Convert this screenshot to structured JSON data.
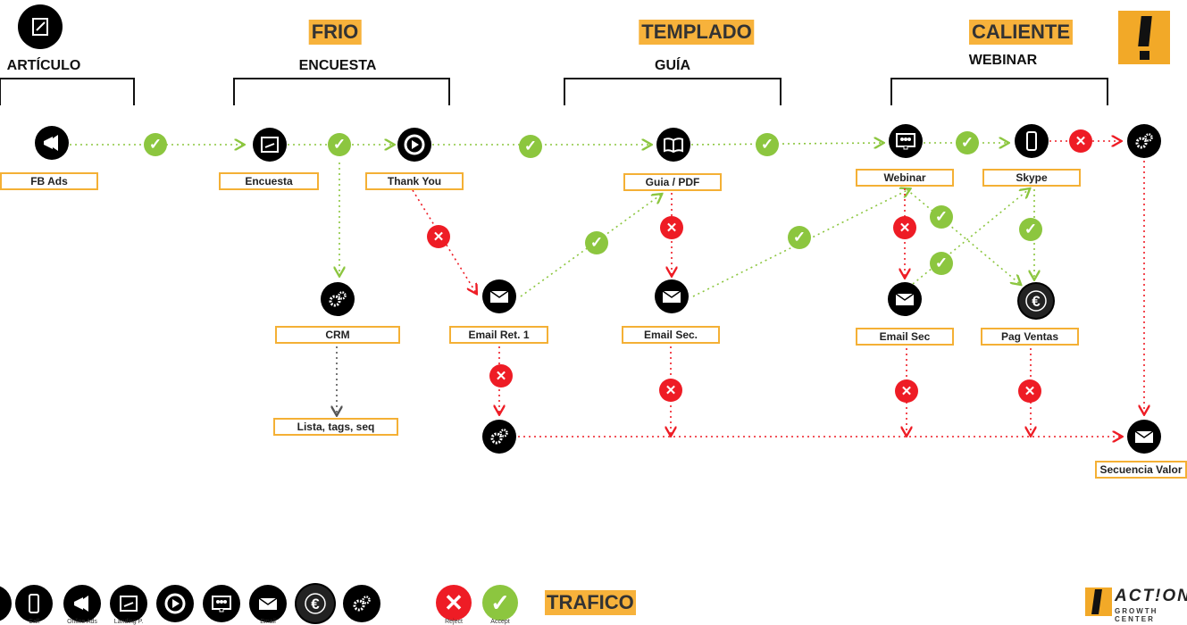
{
  "stages": [
    {
      "label": "FRIO"
    },
    {
      "label": "TEMPLADO"
    },
    {
      "label": "CALIENTE"
    }
  ],
  "sections": [
    {
      "label": "ARTÍCULO"
    },
    {
      "label": "ENCUESTA"
    },
    {
      "label": "GUÍA"
    },
    {
      "label": "WEBINAR"
    }
  ],
  "nodes": [
    {
      "label": "FB Ads",
      "icon": "megaphone"
    },
    {
      "label": "Encuesta",
      "icon": "landing-page"
    },
    {
      "label": "Thank You",
      "icon": "play"
    },
    {
      "label": "Guia / PDF",
      "icon": "book"
    },
    {
      "label": "Webinar",
      "icon": "webinar-screen"
    },
    {
      "label": "Skype",
      "icon": "phone"
    },
    {
      "label": "",
      "icon": "gears"
    },
    {
      "label": "CRM",
      "icon": "gears"
    },
    {
      "label": "Email Ret. 1",
      "icon": "email"
    },
    {
      "label": "Email Sec.",
      "icon": "email"
    },
    {
      "label": "Email Sec",
      "icon": "email"
    },
    {
      "label": "Pag Ventas",
      "icon": "euro"
    },
    {
      "label": "",
      "icon": "gears"
    },
    {
      "label": "Secuencia Valor",
      "icon": "email"
    },
    {
      "label": "Lista, tags, seq",
      "icon": ""
    }
  ],
  "legend": {
    "items": [
      {
        "label": "",
        "icon": "pdf"
      },
      {
        "label": "Call",
        "icon": "phone"
      },
      {
        "label": "Online Ads",
        "icon": "megaphone"
      },
      {
        "label": "Landing P.",
        "icon": "landing-page"
      },
      {
        "label": "",
        "icon": "play"
      },
      {
        "label": "",
        "icon": "webinar-screen"
      },
      {
        "label": "Email",
        "icon": "email"
      },
      {
        "label": "",
        "icon": "euro"
      },
      {
        "label": "",
        "icon": "gears"
      }
    ],
    "reject": "Reject",
    "accept": "Accept",
    "traffic": "TRAFICO"
  },
  "logo": {
    "line1": "ACT!ON",
    "line2": "GROWTH CENTER"
  },
  "colors": {
    "accent": "#f7b23b",
    "accept": "#8cc63f",
    "reject": "#ee1c25",
    "node": "#000000"
  }
}
